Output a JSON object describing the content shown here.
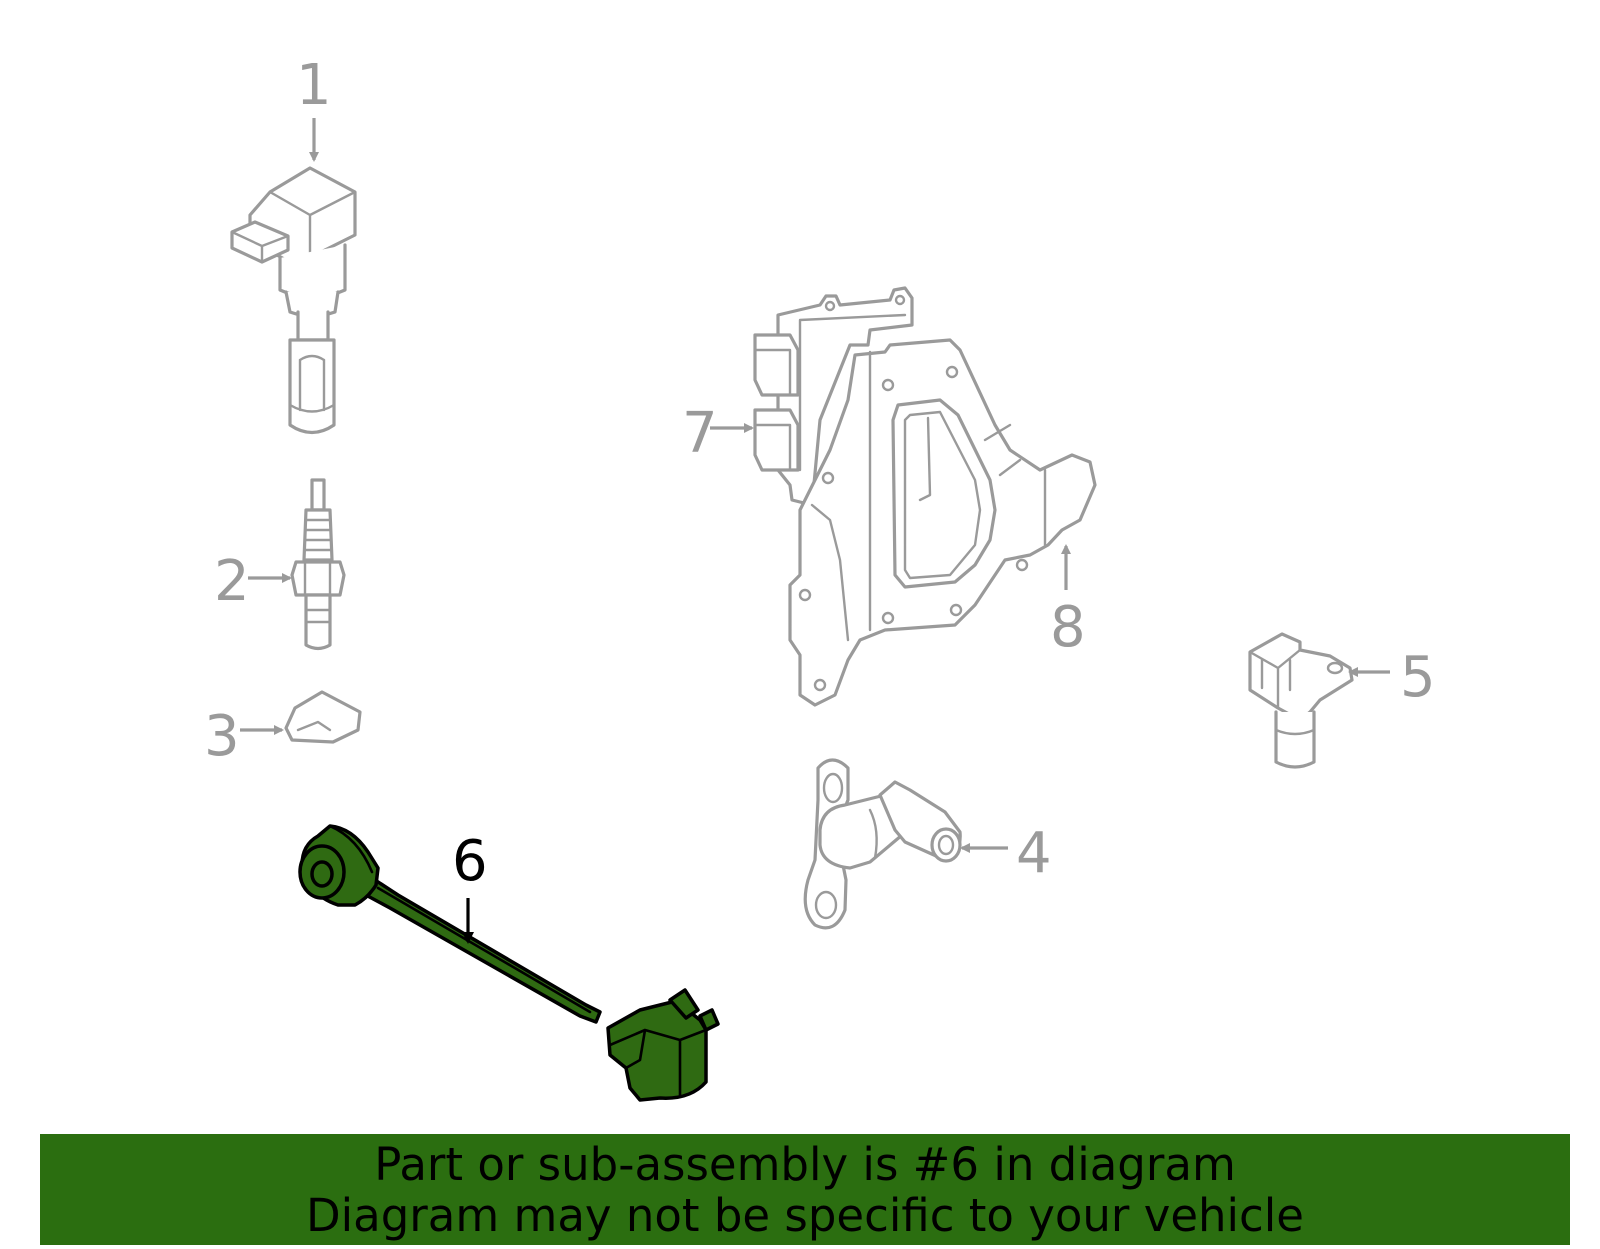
{
  "callouts": {
    "c1": "1",
    "c2": "2",
    "c3": "3",
    "c4": "4",
    "c5": "5",
    "c6": "6",
    "c7": "7",
    "c8": "8"
  },
  "highlight": {
    "part": "6",
    "color": "#2b6e10"
  },
  "banner": {
    "line1": "Part or sub-assembly is #6 in diagram",
    "line2": "Diagram may not be specific to your vehicle"
  }
}
